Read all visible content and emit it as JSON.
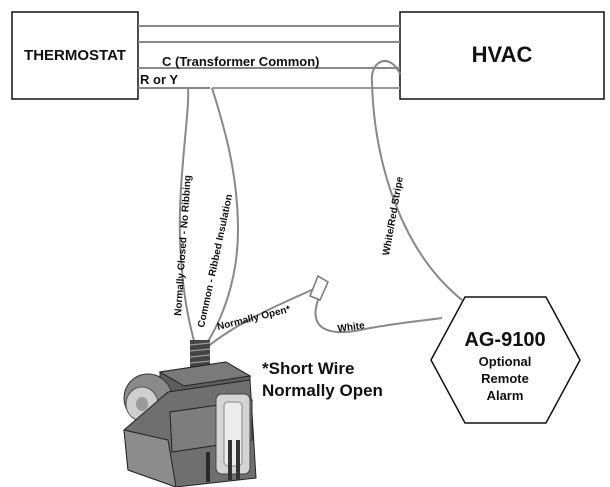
{
  "thermostat": {
    "label": "THERMOSTAT"
  },
  "hvac": {
    "label": "HVAC"
  },
  "wires": {
    "c_label": "C (Transformer Common)",
    "r_label": "R or Y",
    "normally_closed": "Normally Closed - No Ribbing",
    "common": "Common - Ribbed Insulation",
    "normally_open": "Normally Open*",
    "white_red": "White/Red Stripe",
    "white": "White"
  },
  "note": {
    "line1": "*Short Wire",
    "line2": "Normally Open"
  },
  "alarm": {
    "model": "AG-9100",
    "line1": "Optional",
    "line2": "Remote",
    "line3": "Alarm"
  },
  "colors": {
    "wire": "#888888",
    "outline": "#111111",
    "switch_body": "#6f6f6f"
  }
}
